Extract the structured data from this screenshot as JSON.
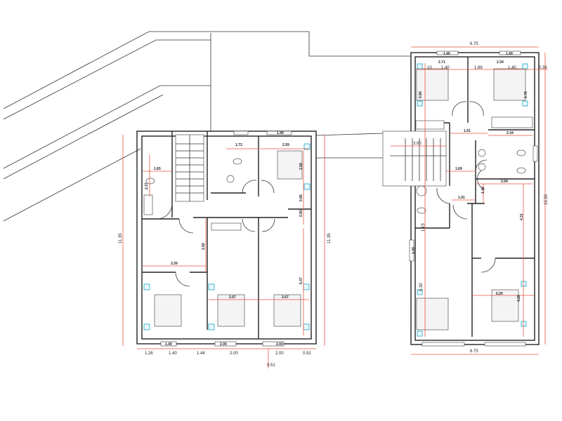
{
  "title": "Floor plan drawing",
  "left_plan": {
    "labels": [
      "1.72",
      "2.59",
      "1.40",
      "1.65",
      "2.37",
      "2.58",
      "0.86",
      "0.80",
      "2.82",
      "3.39",
      "5.47",
      "2.67",
      "2.67",
      "11.35",
      "11.35",
      "1.40",
      "2.00",
      "2.00"
    ],
    "bottom_dims": [
      "1.26",
      "1.40",
      "1.44",
      "2.00",
      "2.00",
      "0.91",
      "0.51"
    ]
  },
  "right_plan": {
    "labels": [
      "6.75",
      "1.40",
      "1.40",
      "2.71",
      "2.34",
      "10",
      "1.40",
      "1.88",
      "1.40",
      "0.36",
      "0.90",
      "0.78",
      "1.91",
      "2.34",
      "3.00",
      "1.69",
      "2.94",
      "1.45",
      "1.91",
      "1.15",
      "4.31",
      "1.40",
      "5.30",
      "5.20",
      "4.28",
      "15.50",
      "6.75"
    ]
  }
}
